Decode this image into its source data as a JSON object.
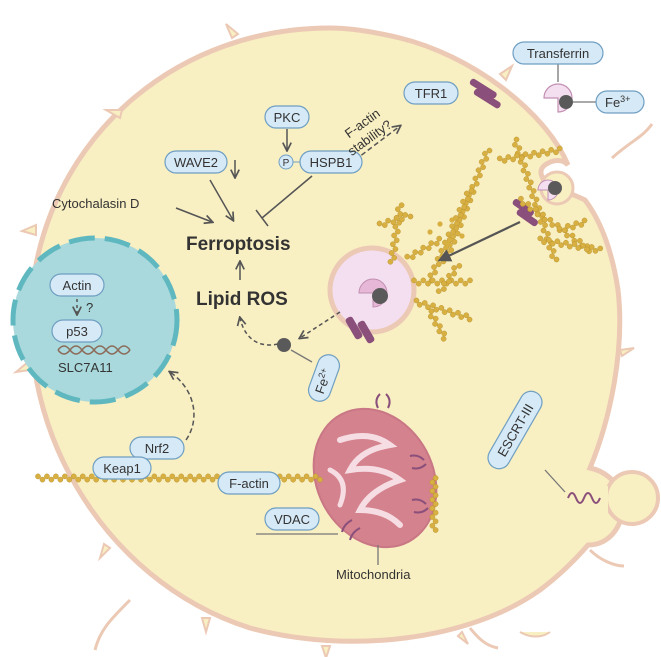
{
  "labels": {
    "transferrin": "Transferrin",
    "fe3": "Fe",
    "fe3_sup": "3+",
    "tfr1": "TFR1",
    "factin_stability_1": "F-actin",
    "factin_stability_2": "stability?",
    "pkc": "PKC",
    "phospho": "P",
    "hspb1": "HSPB1",
    "wave2": "WAVE2",
    "cytochalasin": "Cytochalasin D",
    "ferroptosis": "Ferroptosis",
    "lipid_ros": "Lipid ROS",
    "actin": "Actin",
    "question": "?",
    "p53": "p53",
    "slc7a11": "SLC7A11",
    "fe2": "Fe",
    "fe2_sup": "2+",
    "nrf2": "Nrf2",
    "keap1": "Keap1",
    "factin": "F-actin",
    "escrt": "ESCRT-III",
    "vdac": "VDAC",
    "mitochondria": "Mitochondria"
  },
  "colors": {
    "cell_fill": "#f8efc2",
    "cell_edge": "#ecc9b4",
    "box_fill": "#d6e9f6",
    "box_edge": "#6f9fc2",
    "nucleus_fill": "#a9d9dc",
    "nucleus_edge": "#5fb8bf",
    "actin_bead": "#d8b041",
    "receptor": "#8a4f7a",
    "mito_fill": "#d4828e",
    "endosome_fill": "#f4dff0"
  }
}
